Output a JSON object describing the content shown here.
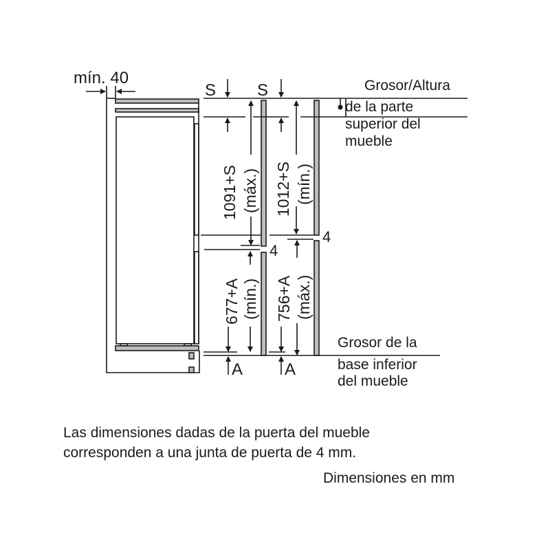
{
  "labels": {
    "min_gap": "mín. 40",
    "s_top_1": "S",
    "s_top_2": "S",
    "dim_upper_1": "1091+S",
    "dim_upper_1_q": "(máx.)",
    "dim_upper_2": "1012+S",
    "dim_upper_2_q": "(mín.)",
    "dim_lower_1": "677+A",
    "dim_lower_1_q": "(mín.)",
    "dim_lower_2": "756+A",
    "dim_lower_2_q": "(máx.)",
    "gap_1": "4",
    "gap_2": "4",
    "a_bottom_1": "A",
    "a_bottom_2": "A"
  },
  "callouts": {
    "top": [
      "Grosor/Altura",
      "de la parte",
      "superior del",
      "mueble"
    ],
    "bottom": [
      "Grosor de la",
      "base inferior",
      "del mueble"
    ]
  },
  "notes": {
    "line1": "Las dimensiones dadas de la puerta del mueble",
    "line2": "corresponden a una junta de puerta de 4 mm.",
    "units": "Dimensiones en mm"
  },
  "colors": {
    "line": "#1a1a1a",
    "panel": "#bdbdbd"
  }
}
